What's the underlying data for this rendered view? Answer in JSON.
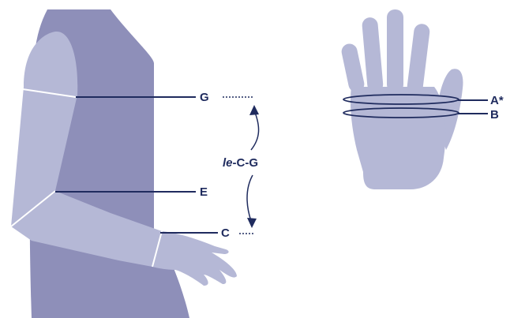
{
  "colors": {
    "torso": "#8e8fb9",
    "limb": "#b5b8d6",
    "line": "#1f2b5e",
    "background": "#ffffff"
  },
  "labels": {
    "g": "G",
    "e": "E",
    "c": "C",
    "a": "A*",
    "b": "B",
    "length_prefix": "le",
    "length_suffix": "-C-G"
  }
}
